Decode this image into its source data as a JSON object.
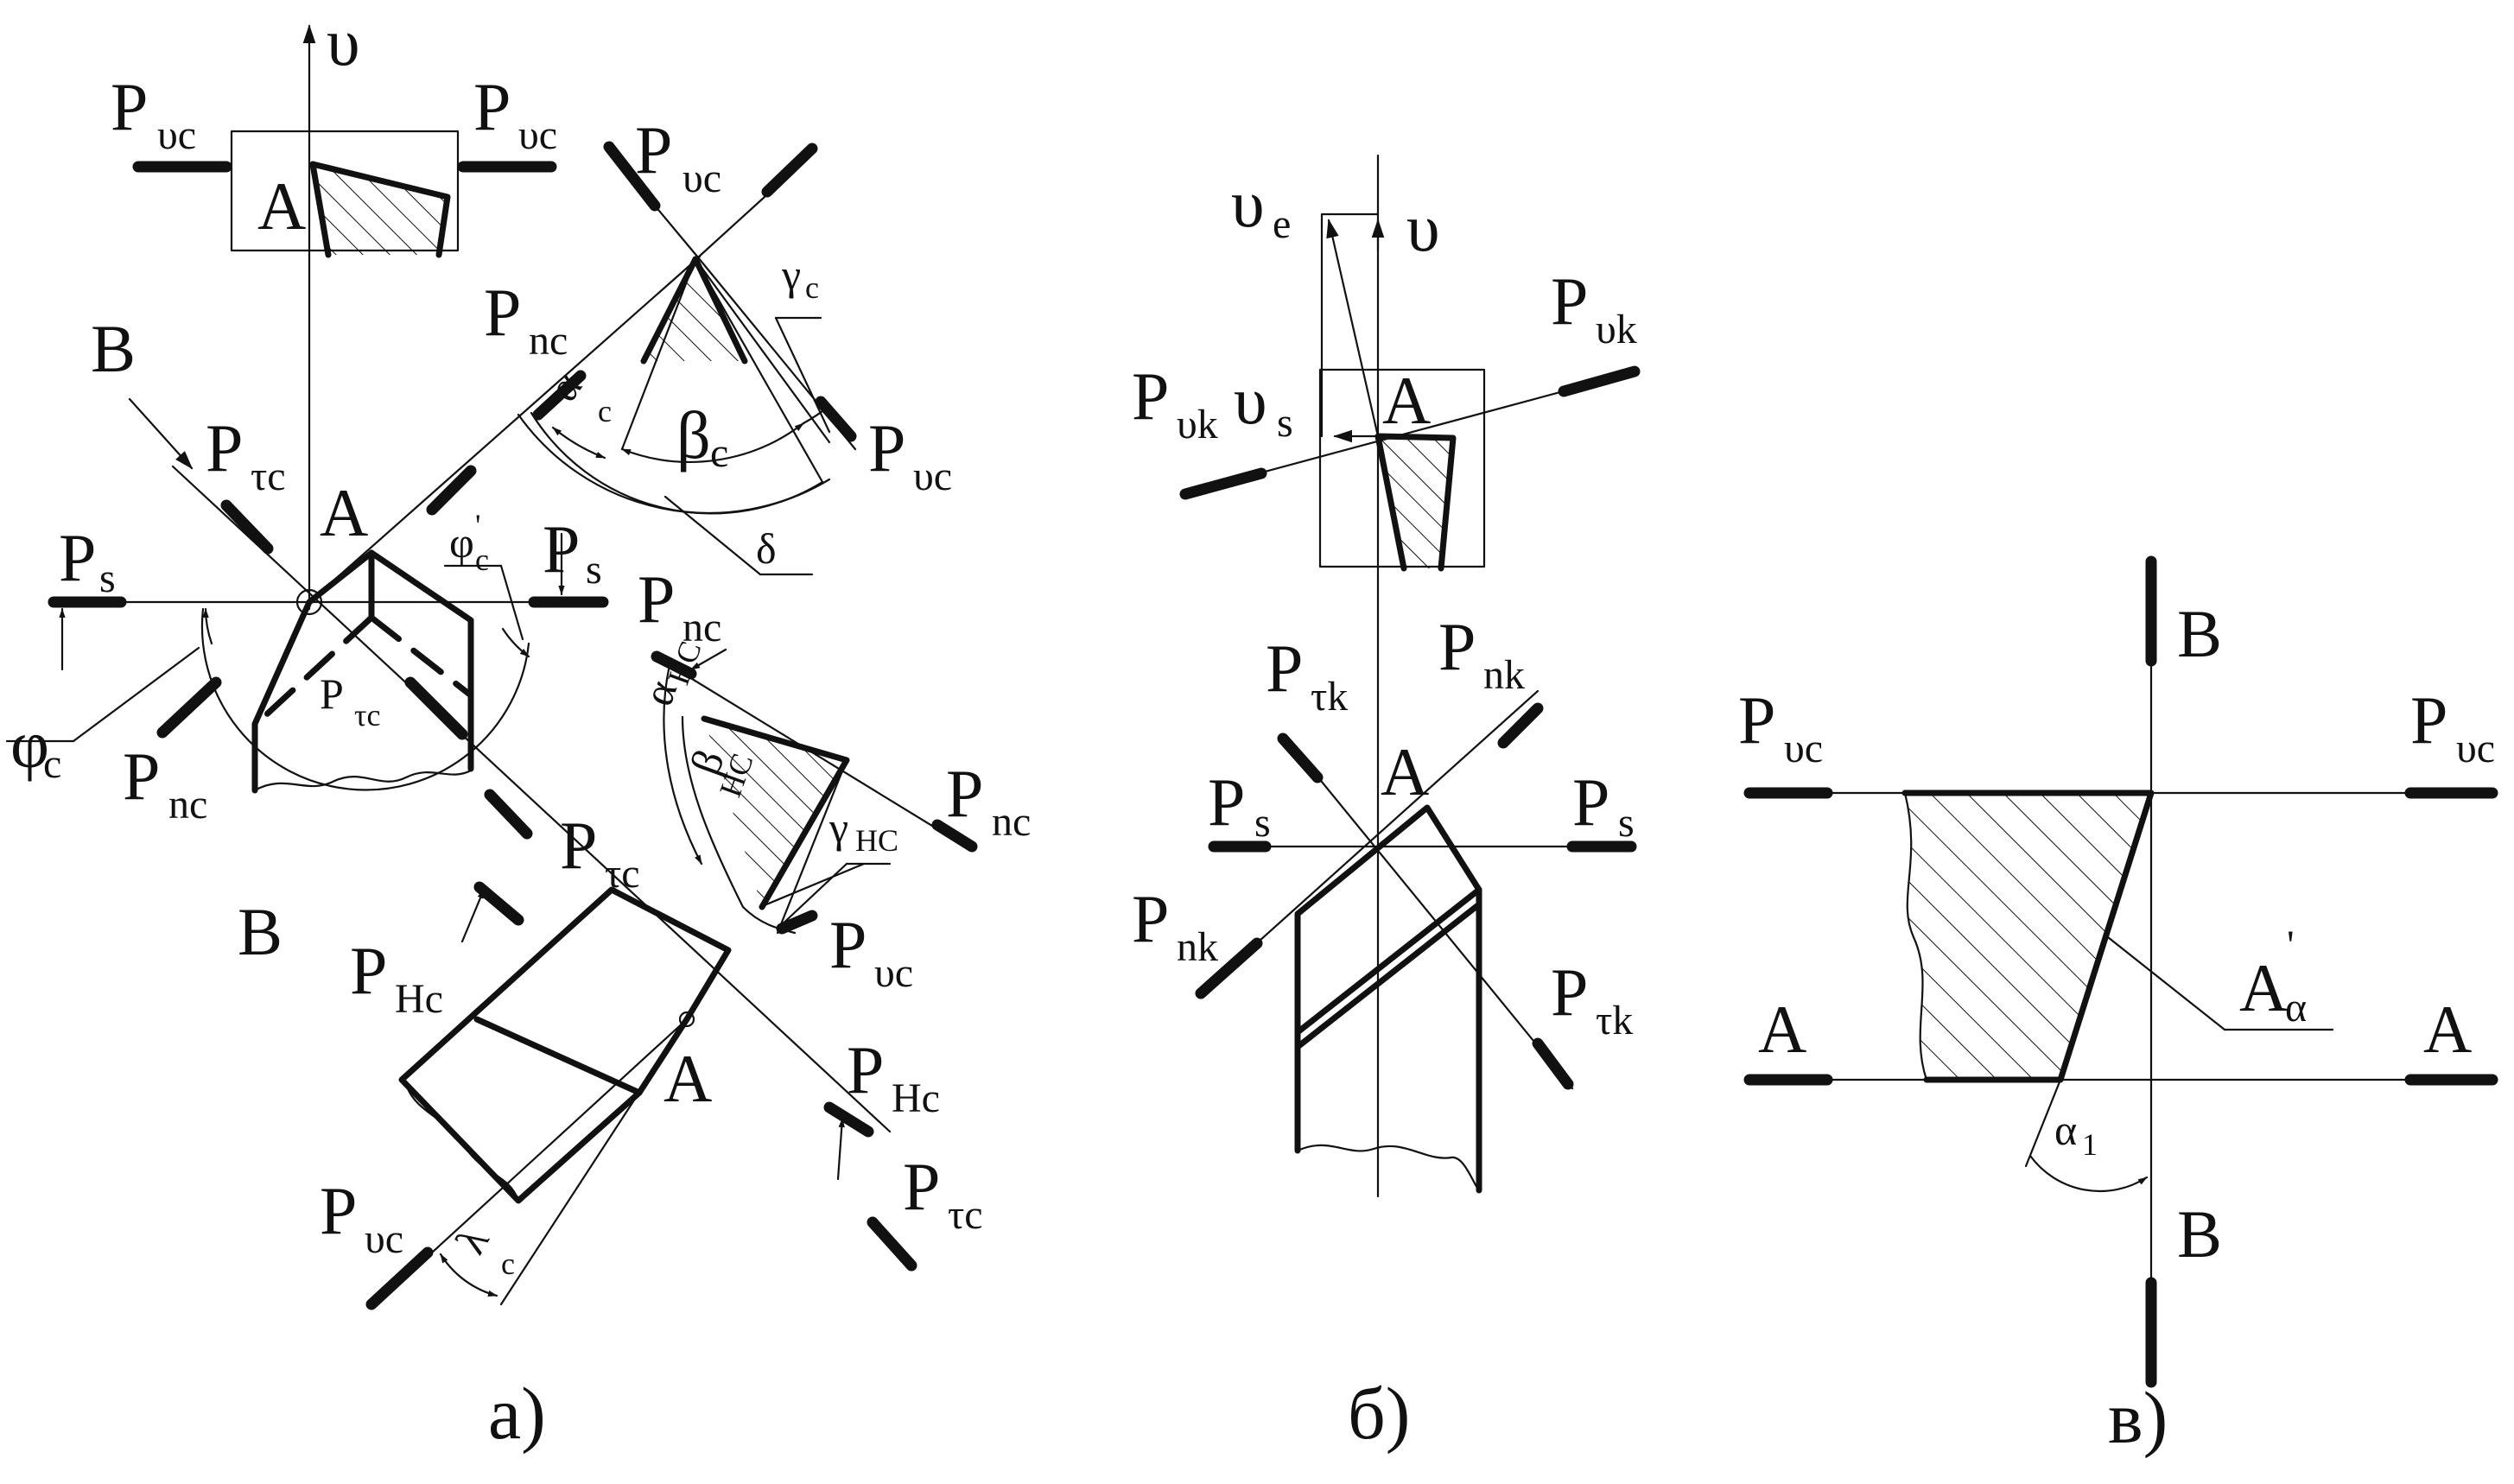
{
  "panel_a": {
    "caption": "а)",
    "velocity": "υ",
    "point": "A",
    "view_b": "B",
    "plane_p": "P",
    "sub_vc": "υc",
    "sub_nc": "nc",
    "sub_tc": "τc",
    "sub_s": "s",
    "sub_hc": "Hc",
    "alpha_c": "α",
    "alpha_c_sub": "c",
    "beta_c": "β",
    "beta_c_sub": "c",
    "gamma_c": "γ",
    "gamma_c_sub": "c",
    "delta": "δ",
    "phi_c": "φ",
    "phi_c_sub": "c",
    "phi1_c": "φ",
    "phi1_c_prime": "'",
    "phi1_c_sub": "c",
    "alpha_hc": "α",
    "alpha_hc_sub": "НС",
    "beta_hc": "β",
    "beta_hc_sub": "НС",
    "gamma_hc": "γ",
    "gamma_hc_sub": "НС",
    "lambda_c": "λ",
    "lambda_c_sub": "c"
  },
  "panel_b": {
    "caption": "б)",
    "velocity": "υ",
    "velocity_e": "υ",
    "velocity_e_sub": "e",
    "velocity_s": "υ",
    "velocity_s_sub": "s",
    "point": "A",
    "plane_p": "P",
    "sub_vk": "υk",
    "sub_tk": "τk",
    "sub_nk": "nk",
    "sub_s": "s"
  },
  "panel_c": {
    "caption": "в)",
    "section_a": "A",
    "section_b": "B",
    "plane_p": "P",
    "sub_vc": "υc",
    "a_alpha": "A",
    "a_alpha_sub": "α",
    "a_alpha_prime": "'",
    "alpha1": "α",
    "alpha1_sub": "1"
  }
}
